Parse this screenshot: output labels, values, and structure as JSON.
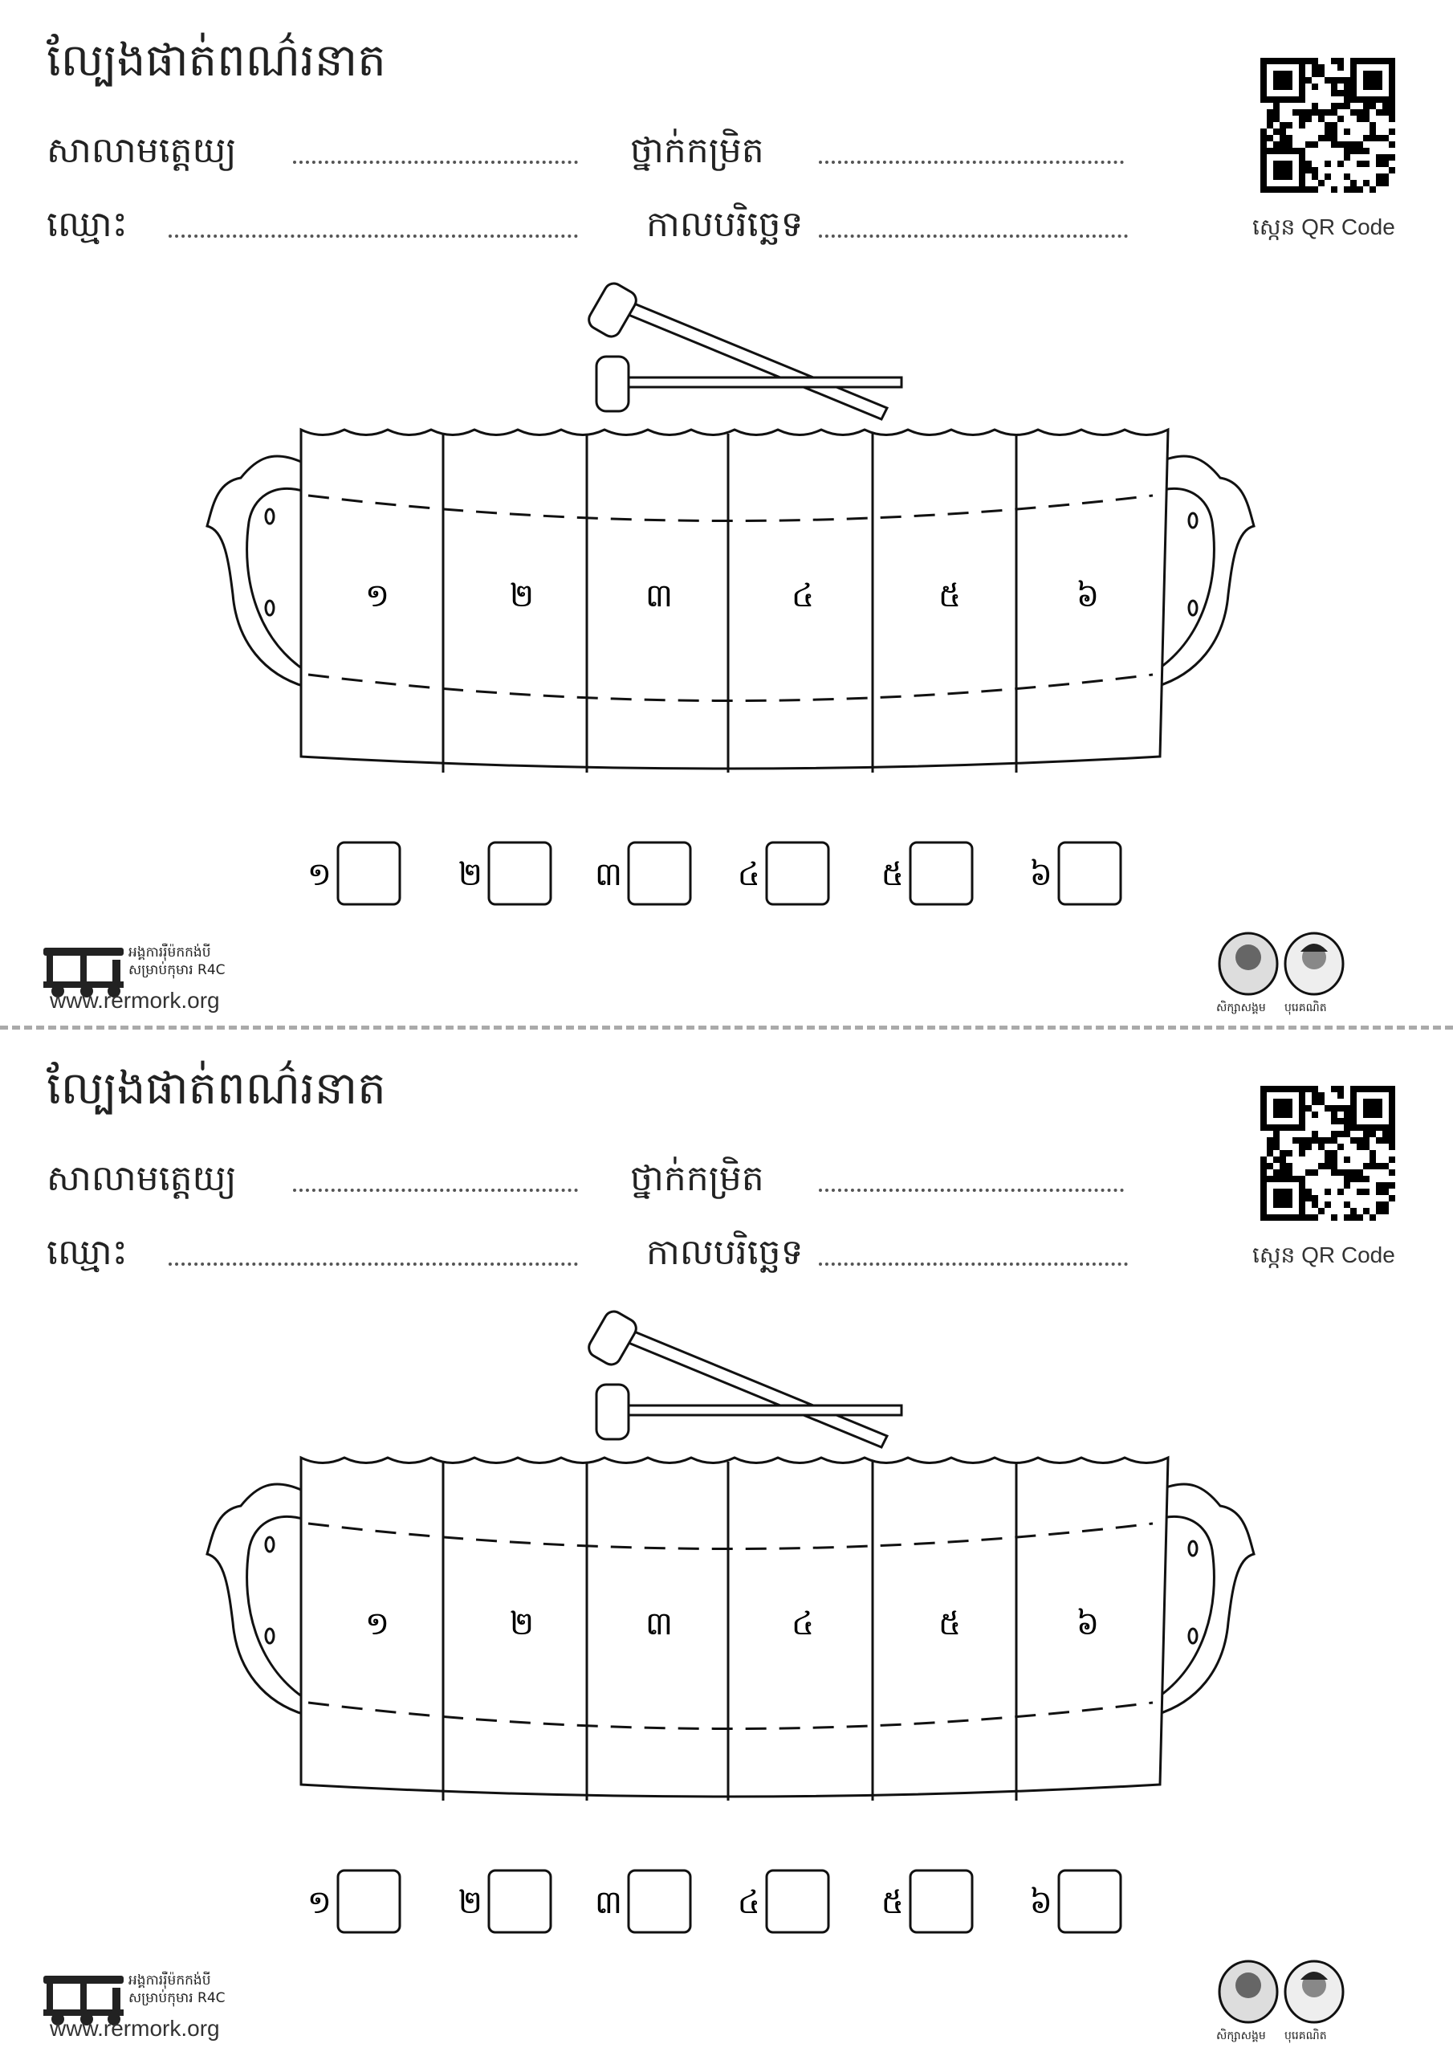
{
  "worksheet": {
    "title": "ល្បែងផាត់ពណ៌រនាត",
    "fields": {
      "school_label": "សាលាមត្តេយ្យ",
      "grade_label": "ថ្នាក់កម្រិត",
      "name_label": "ឈ្មោះ",
      "date_label": "កាលបរិច្ឆេទ"
    },
    "qr_caption": "ស្កេន QR Code",
    "bar_numbers": [
      "១",
      "២",
      "៣",
      "៤",
      "៥",
      "៦"
    ],
    "box_numbers": [
      "១",
      "២",
      "៣",
      "៤",
      "៥",
      "៦"
    ],
    "footer": {
      "org_line1": "អង្គការរ៉ឺម៉កកង់បី",
      "org_line2": "សម្រាប់កុមារ R4C",
      "url": "www.rermork.org",
      "badge1": "សិក្សាសង្គម",
      "badge2": "បុរេគណិត"
    }
  },
  "copies": 2
}
